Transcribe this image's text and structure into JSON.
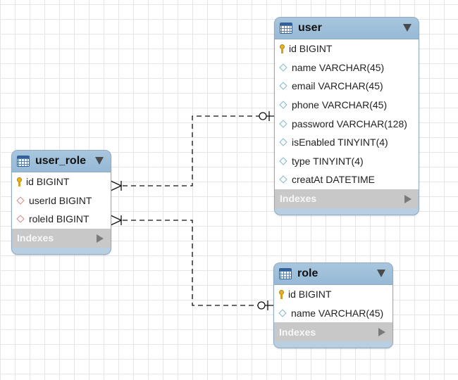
{
  "tables": {
    "user": {
      "name": "user",
      "columns": [
        {
          "label": "id BIGINT",
          "kind": "primary-key"
        },
        {
          "label": "name VARCHAR(45)",
          "kind": "column"
        },
        {
          "label": "email VARCHAR(45)",
          "kind": "column"
        },
        {
          "label": "phone VARCHAR(45)",
          "kind": "column"
        },
        {
          "label": "password VARCHAR(128)",
          "kind": "column"
        },
        {
          "label": "isEnabled TINYINT(4)",
          "kind": "column"
        },
        {
          "label": "type TINYINT(4)",
          "kind": "column"
        },
        {
          "label": "creatAt DATETIME",
          "kind": "column"
        }
      ],
      "indexes_label": "Indexes"
    },
    "user_role": {
      "name": "user_role",
      "columns": [
        {
          "label": "id BIGINT",
          "kind": "primary-key"
        },
        {
          "label": "userId BIGINT",
          "kind": "foreign-key"
        },
        {
          "label": "roleId BIGINT",
          "kind": "foreign-key"
        }
      ],
      "indexes_label": "Indexes"
    },
    "role": {
      "name": "role",
      "columns": [
        {
          "label": "id BIGINT",
          "kind": "primary-key"
        },
        {
          "label": "name VARCHAR(45)",
          "kind": "column"
        }
      ],
      "indexes_label": "Indexes"
    }
  },
  "relationships": [
    {
      "from": "user_role.userId",
      "to": "user.id",
      "from_cardinality": "many",
      "to_cardinality": "one-or-zero",
      "style": "dashed"
    },
    {
      "from": "user_role.roleId",
      "to": "role.id",
      "from_cardinality": "many",
      "to_cardinality": "one-or-zero",
      "style": "dashed"
    }
  ],
  "colors": {
    "header": "#9fc0da",
    "table_border": "#8fa9bf",
    "indexes_bar": "#c8c8c8",
    "connector": "#111111",
    "grid": "#e6e6e6"
  },
  "icons": {
    "table": "table-icon",
    "primary_key": "key-icon",
    "column": "column-diamond-icon",
    "foreign_key": "foreign-key-diamond-icon",
    "collapse": "triangle-down-icon",
    "indexes_expand": "triangle-right-icon"
  }
}
